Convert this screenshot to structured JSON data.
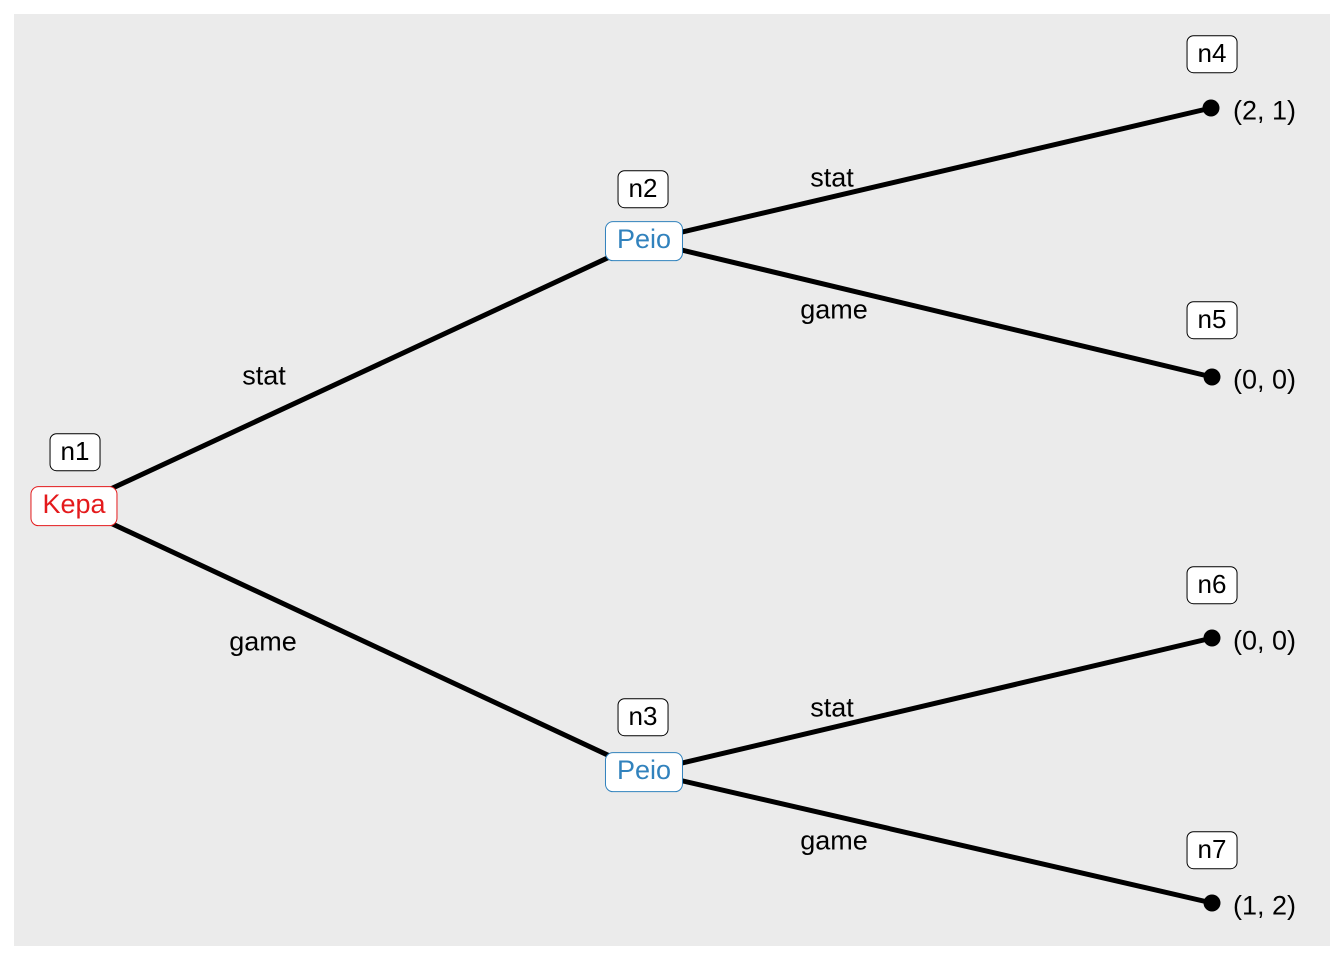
{
  "tree": {
    "kind": "extensive-form-game-tree",
    "players": [
      {
        "name": "Kepa",
        "color": "#E41A1C"
      },
      {
        "name": "Peio",
        "color": "#3182BD"
      }
    ],
    "nodes": {
      "n1": {
        "id": "n1",
        "player": "Kepa"
      },
      "n2": {
        "id": "n2",
        "player": "Peio"
      },
      "n3": {
        "id": "n3",
        "player": "Peio"
      },
      "n4": {
        "id": "n4",
        "payoff": "(2, 1)"
      },
      "n5": {
        "id": "n5",
        "payoff": "(0, 0)"
      },
      "n6": {
        "id": "n6",
        "payoff": "(0, 0)"
      },
      "n7": {
        "id": "n7",
        "payoff": "(1, 2)"
      }
    },
    "edges": [
      {
        "from": "n1",
        "to": "n2",
        "label": "stat"
      },
      {
        "from": "n1",
        "to": "n3",
        "label": "game"
      },
      {
        "from": "n2",
        "to": "n4",
        "label": "stat"
      },
      {
        "from": "n2",
        "to": "n5",
        "label": "game"
      },
      {
        "from": "n3",
        "to": "n6",
        "label": "stat"
      },
      {
        "from": "n3",
        "to": "n7",
        "label": "game"
      }
    ],
    "colors": {
      "background": "#EBEBEB",
      "margin": "#FFFFFF",
      "edge": "#000000",
      "kepa": "#E41A1C",
      "peio": "#3182BD"
    }
  }
}
